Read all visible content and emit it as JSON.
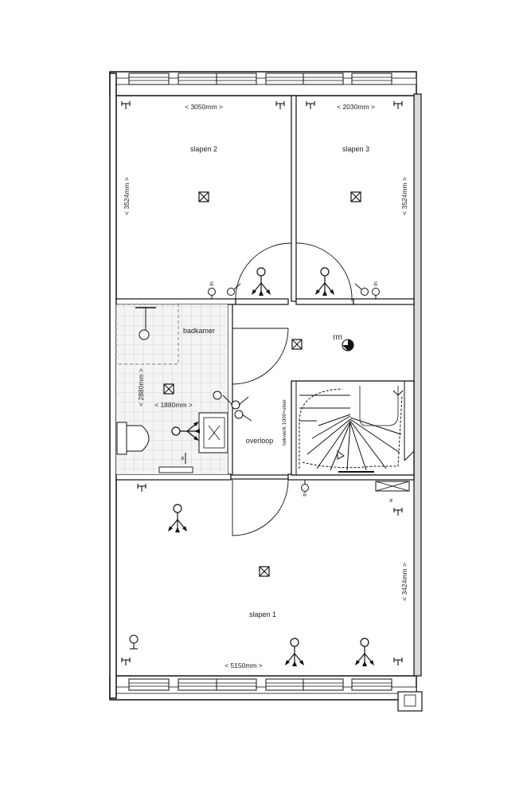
{
  "rooms": {
    "bedroom2": "slapen 2",
    "bedroom3": "slapen 3",
    "bathroom": "badkamer",
    "landing": "overloop",
    "bedroom1": "slapen 1"
  },
  "dimensions": {
    "bedroom2_width": "< 3050mm >",
    "bedroom3_width": "< 2030mm >",
    "bedroom2_depth": "< 3524mm >",
    "bedroom3_depth": "< 3524mm >",
    "bathroom_depth": "< 2880mm >",
    "bathroom_width": "< 1880mm >",
    "bedroom1_depth": "< 3424mm >",
    "bedroom1_width": "< 5150mm >"
  },
  "annotations": {
    "smoke_detector": "rm",
    "railing": "hekwerk 1000+vloer",
    "thermostat_symbol": "th",
    "wall_switch_symbol": "w"
  },
  "colors": {
    "line": "#111111",
    "tile_grid": "#b8b8b8",
    "wall_fill": "#ffffff"
  },
  "icons": [
    "ceiling-light-icon",
    "wall-light-icon",
    "wall-outlet-icon",
    "thermostat-icon",
    "smoke-detector-icon",
    "toilet-icon",
    "sink-icon",
    "shower-icon",
    "staircase"
  ]
}
